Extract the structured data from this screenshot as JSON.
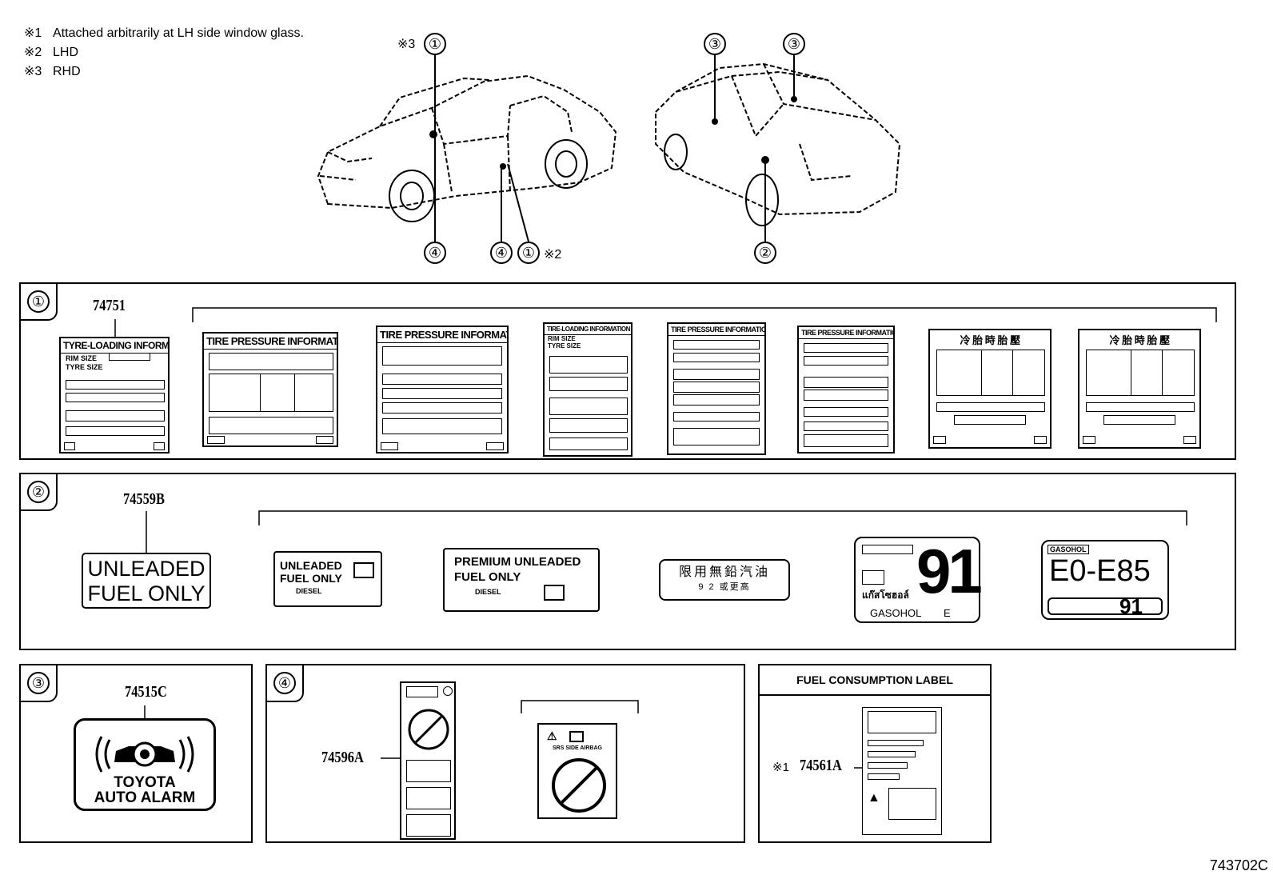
{
  "notes": [
    {
      "mark": "※1",
      "text": "Attached arbitrarily at LH side window glass."
    },
    {
      "mark": "※2",
      "text": "LHD"
    },
    {
      "mark": "※3",
      "text": "RHD"
    }
  ],
  "callouts": {
    "front_top_mark": "※3",
    "front_top": "①",
    "front_bottom_a": "④",
    "front_bottom_b": "④",
    "front_bottom_c": "①",
    "front_bottom_c_mark": "※2",
    "rear_top_a": "③",
    "rear_top_b": "③",
    "rear_bottom": "②"
  },
  "panel1": {
    "number": "①",
    "part": "74751",
    "labels": [
      {
        "title": "TYRE-LOADING INFORMATION",
        "row1": "RIM SIZE",
        "row2": "TYRE SIZE"
      },
      {
        "title": "TIRE PRESSURE INFORMATION"
      },
      {
        "title": "TIRE PRESSURE INFORMATION"
      },
      {
        "title": "TIRE-LOADING INFORMATION",
        "row1": "RIM SIZE",
        "row2": "TYRE SIZE"
      },
      {
        "title": "TIRE PRESSURE INFORMATION"
      },
      {
        "title": "TIRE PRESSURE INFORMATION"
      },
      {
        "title": "冷 胎 時 胎 壓"
      },
      {
        "title": "冷 胎 時 胎 壓"
      }
    ]
  },
  "panel2": {
    "number": "②",
    "part": "74559B",
    "main_label": [
      "UNLEADED",
      "FUEL ONLY"
    ],
    "label_a": [
      "UNLEADED",
      "FUEL ONLY",
      "DIESEL"
    ],
    "label_b": [
      "PREMIUM UNLEADED",
      "FUEL ONLY",
      "DIESEL"
    ],
    "label_c": [
      "限用無鉛汽油",
      "9 2 或更高"
    ],
    "label_d": {
      "big": "91",
      "small": "GASOHOL",
      "thai": "แก๊สโซฮอล์",
      "tag": "E"
    },
    "label_e": {
      "top": "GASOHOL",
      "big": "E0-E85",
      "bottom": "91"
    }
  },
  "panel3": {
    "number": "③",
    "part": "74515C",
    "label": [
      "TOYOTA",
      "AUTO ALARM"
    ]
  },
  "panel4": {
    "number": "④",
    "part": "74596A",
    "label_header": "SRS SIDE AIRBAG"
  },
  "panel5": {
    "title": "FUEL CONSUMPTION LABEL",
    "mark": "※1",
    "part": "74561A"
  },
  "figure_code": "743702C"
}
